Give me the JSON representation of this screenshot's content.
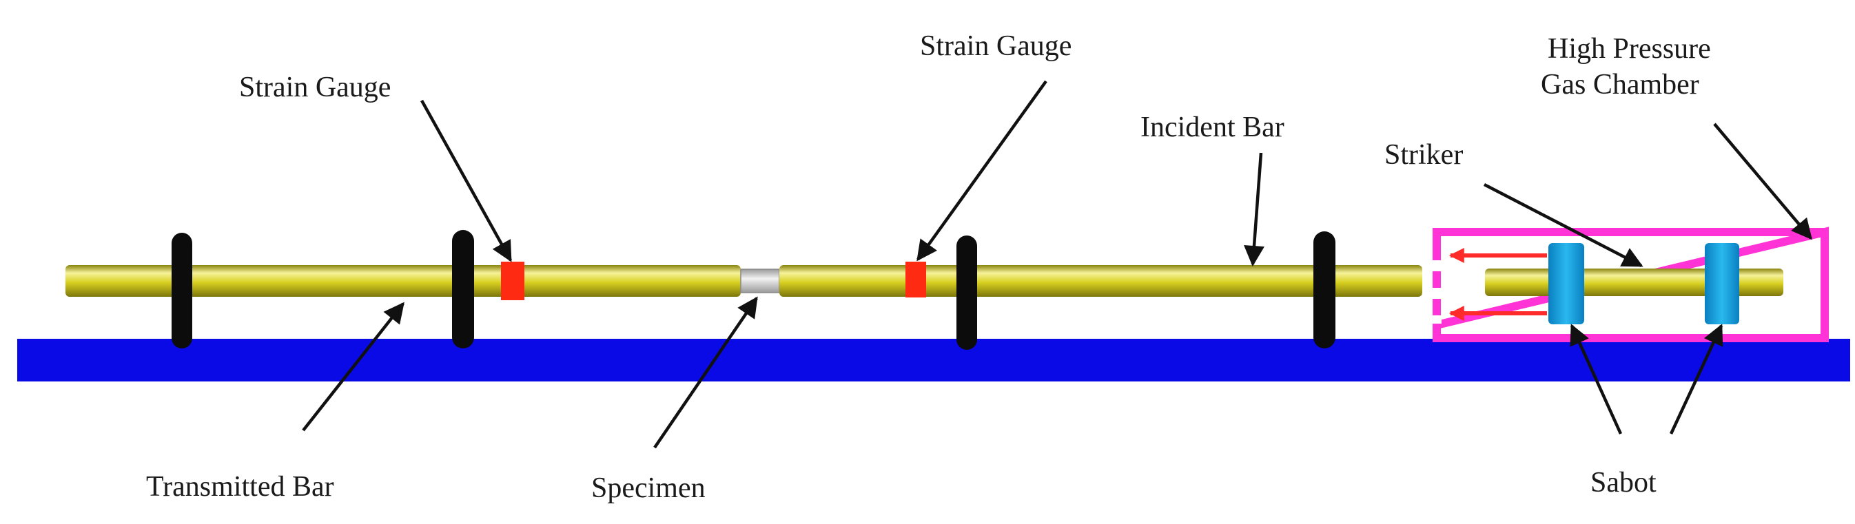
{
  "labels": {
    "strain_gauge_left": "Strain Gauge",
    "strain_gauge_right": "Strain Gauge",
    "high_pressure_line1": "High Pressure",
    "high_pressure_line2": "Gas Chamber",
    "incident_bar": "Incident Bar",
    "striker": "Striker",
    "transmitted_bar": "Transmitted Bar",
    "specimen": "Specimen",
    "sabot": "Sabot"
  },
  "colors": {
    "base": "#0a0ae6",
    "bar": "#d8d020",
    "bar_highlight": "#f6f29a",
    "bar_shadow": "#8a8410",
    "support": "#0c0c0c",
    "gauge": "#ff2a12",
    "chamber": "#ff33d6",
    "sabot": "#0a9fe0",
    "gas_arrow": "#ff2a2a",
    "specimen": "#cfcfcf"
  }
}
